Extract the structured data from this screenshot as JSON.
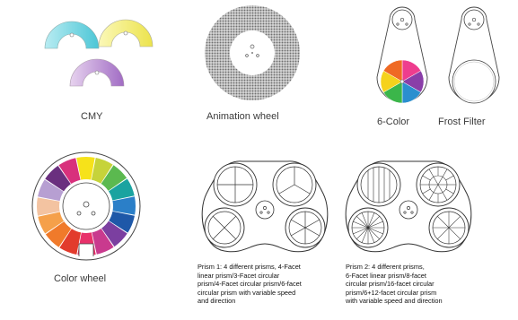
{
  "labels": {
    "cmy": "CMY",
    "animation_wheel": "Animation wheel",
    "six_color": "6-Color",
    "frost_filter": "Frost Filter",
    "color_wheel": "Color wheel"
  },
  "prism1_text": "Prism 1: 4 different prisms, 4-Facet\nlinear prism/3-Facet circular\nprism/4-Facet circular prism/6-facet\ncircular prism with variable speed\nand direction",
  "prism2_text": "Prism 2: 4 different prisms,\n6-Facet linear prism/8-facet\ncircular prism/16-facet circular\nprism/6+12-facet circular prism\nwith variable speed and direction",
  "colors": {
    "cyan": "#69d3df",
    "yellow": "#f3ee6a",
    "magenta": "#b88ad2",
    "line": "#555555"
  },
  "six_color_segments": [
    "#ee3d8e",
    "#8a3ea8",
    "#2a8fcf",
    "#3bb64a",
    "#f5d21c",
    "#ef6a24"
  ],
  "color_wheel_segments": [
    "#f6e21a",
    "#c6d33a",
    "#5bb94f",
    "#1aa3a0",
    "#2b7fc8",
    "#1e58a8",
    "#7b3fa0",
    "#c93a8e",
    "#e8316a",
    "#e23b2c",
    "#f07a2a",
    "#f5a04a",
    "#f3c3a1",
    "#b79fd2",
    "#6a2f7f",
    "#d8307c"
  ]
}
